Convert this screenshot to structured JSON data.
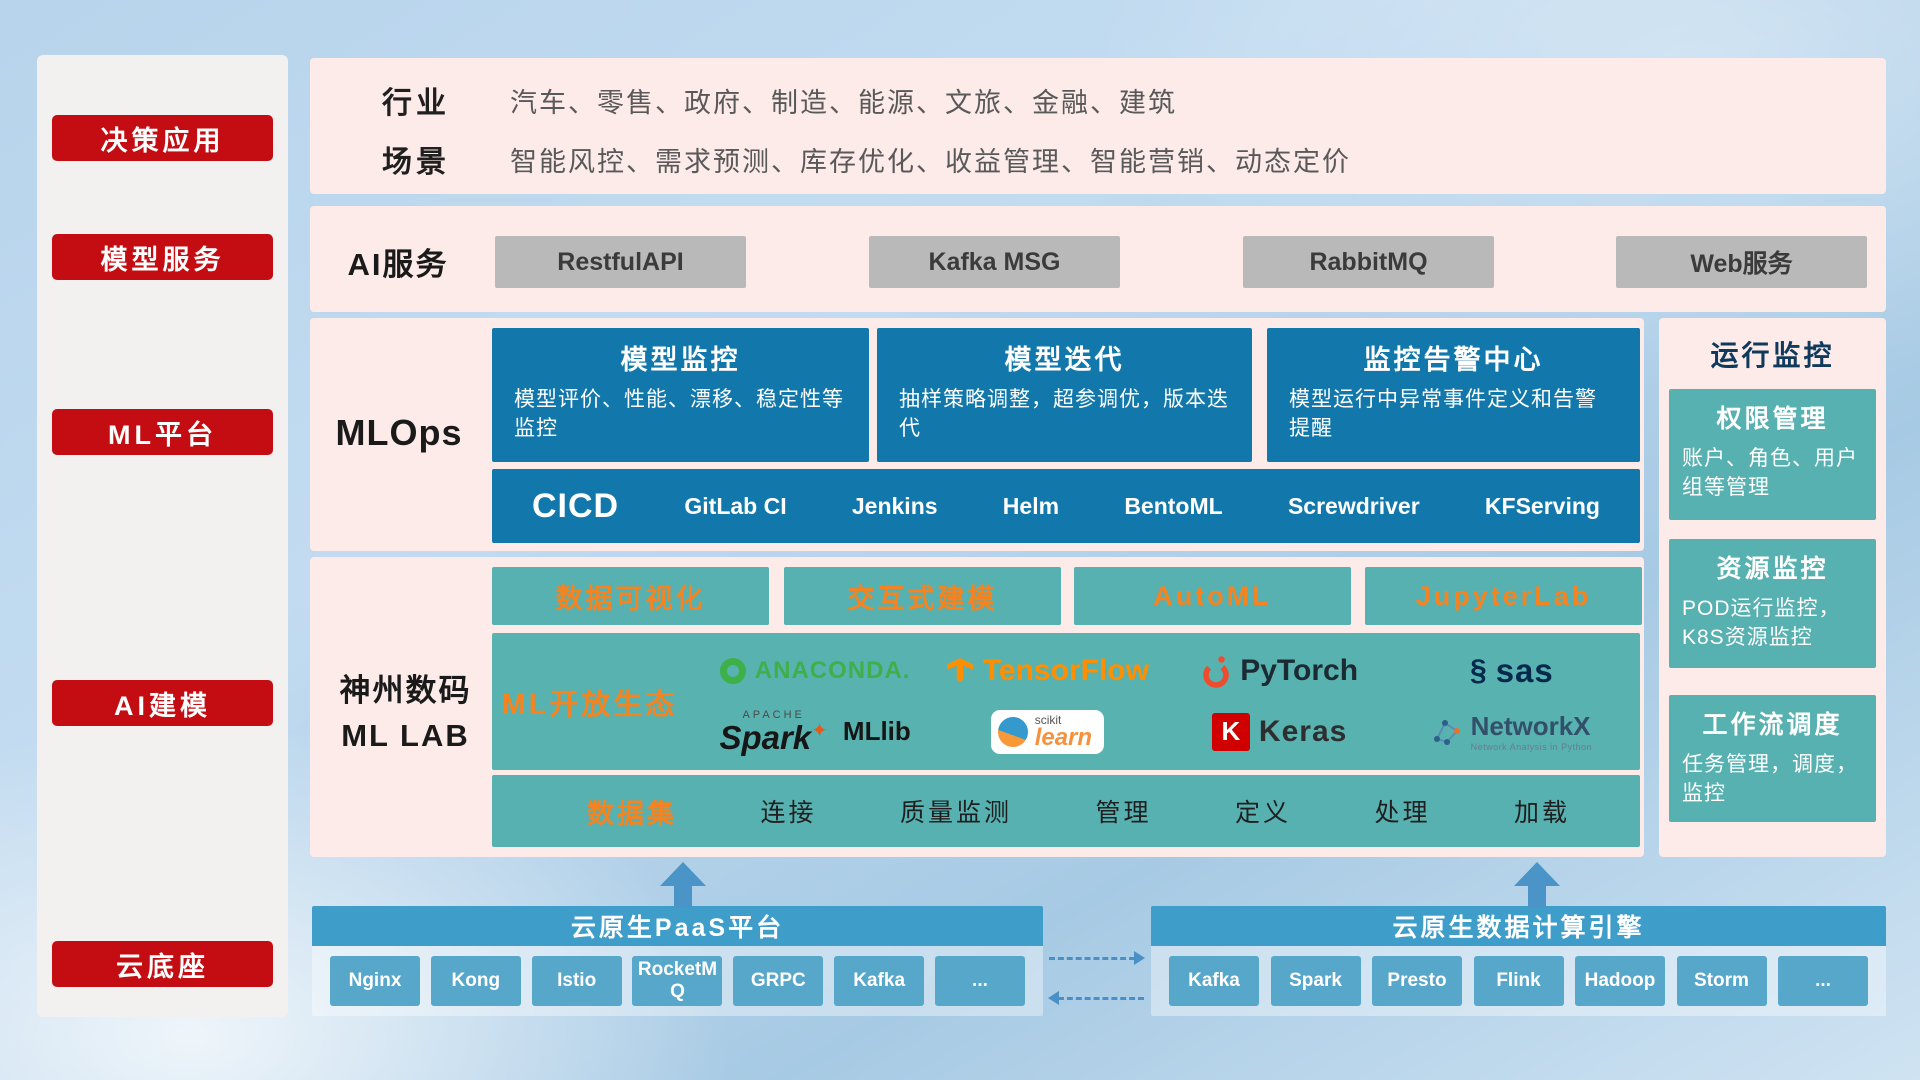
{
  "colors": {
    "accent_red": "#c40d12",
    "panel_pink": "#fcebe8",
    "deep_blue": "#1278ab",
    "teal": "#57b1b0",
    "orange": "#f5831f",
    "bar_blue": "#3f9dca",
    "chip_blue": "#57a7cb",
    "chip_gray": "#b9b9b9"
  },
  "sidebar": {
    "items": [
      {
        "label": "决策应用"
      },
      {
        "label": "模型服务"
      },
      {
        "label": "ML平台"
      },
      {
        "label": "AI建模"
      },
      {
        "label": "云底座"
      }
    ]
  },
  "layers": {
    "industry": {
      "rows": [
        {
          "label": "行业",
          "value": "汽车、零售、政府、制造、能源、文旅、金融、建筑"
        },
        {
          "label": "场景",
          "value": "智能风控、需求预测、库存优化、收益管理、智能营销、动态定价"
        }
      ]
    },
    "ai_service": {
      "label": "AI服务",
      "items": [
        {
          "label": "RestfulAPI"
        },
        {
          "label": "Kafka MSG"
        },
        {
          "label": "RabbitMQ"
        },
        {
          "label": "Web服务"
        }
      ]
    },
    "mlops": {
      "label": "MLOps",
      "cards": [
        {
          "title": "模型监控",
          "desc": "模型评价、性能、漂移、稳定性等监控"
        },
        {
          "title": "模型迭代",
          "desc": "抽样策略调整，超参调优，版本迭代"
        },
        {
          "title": "监控告警中心",
          "desc": "模型运行中异常事件定义和告警提醒"
        }
      ],
      "cicd": {
        "title": "CICD",
        "items": [
          {
            "label": "GitLab CI"
          },
          {
            "label": "Jenkins"
          },
          {
            "label": "Helm"
          },
          {
            "label": "BentoML"
          },
          {
            "label": "Screwdriver"
          },
          {
            "label": "KFServing"
          }
        ]
      }
    },
    "mllab": {
      "label_line1": "神州数码",
      "label_line2": "ML LAB",
      "tools": [
        {
          "label": "数据可视化"
        },
        {
          "label": "交互式建模"
        },
        {
          "label": "AutoML"
        },
        {
          "label": "JupyterLab"
        }
      ],
      "eco_label": "ML开放生态",
      "logos": {
        "anaconda": {
          "name": "ANACONDA."
        },
        "tensorflow": {
          "name": "TensorFlow"
        },
        "pytorch": {
          "name": "PyTorch"
        },
        "sas": {
          "icon": "§",
          "name": "sas"
        },
        "spark": {
          "brand": "APACHE",
          "name": "Spark",
          "star": "✦",
          "suffix": "MLlib"
        },
        "scikit": {
          "top": "scikit",
          "name": "learn"
        },
        "keras": {
          "initial": "K",
          "name": "Keras"
        },
        "networkx": {
          "name": "NetworkX",
          "sub": "Network Analysis in Python"
        }
      },
      "dataset": {
        "title": "数据集",
        "items": [
          {
            "label": "连接"
          },
          {
            "label": "质量监测"
          },
          {
            "label": "管理"
          },
          {
            "label": "定义"
          },
          {
            "label": "处理"
          },
          {
            "label": "加载"
          }
        ]
      }
    },
    "monitoring": {
      "title": "运行监控",
      "cards": [
        {
          "title": "权限管理",
          "desc": "账户、角色、用户组等管理"
        },
        {
          "title": "资源监控",
          "desc": "POD运行监控，K8S资源监控"
        },
        {
          "title": "工作流调度",
          "desc": "任务管理，调度，监控"
        }
      ]
    },
    "cloud": {
      "paas": {
        "title": "云原生PaaS平台",
        "items": [
          {
            "label": "Nginx"
          },
          {
            "label": "Kong"
          },
          {
            "label": "Istio"
          },
          {
            "label": "RocketMQ"
          },
          {
            "label": "GRPC"
          },
          {
            "label": "Kafka"
          },
          {
            "label": "..."
          }
        ]
      },
      "engine": {
        "title": "云原生数据计算引擎",
        "items": [
          {
            "label": "Kafka"
          },
          {
            "label": "Spark"
          },
          {
            "label": "Presto"
          },
          {
            "label": "Flink"
          },
          {
            "label": "Hadoop"
          },
          {
            "label": "Storm"
          },
          {
            "label": "..."
          }
        ]
      }
    }
  }
}
